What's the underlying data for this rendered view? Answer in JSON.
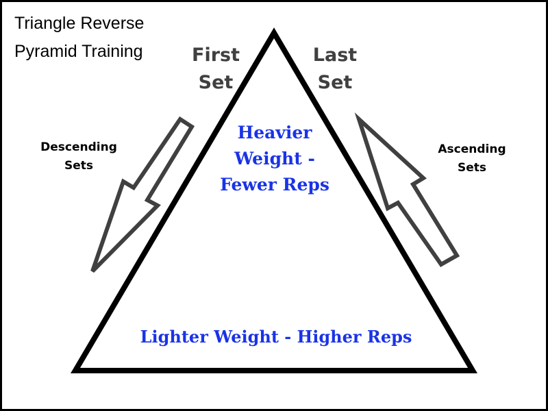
{
  "title": {
    "line1": "Triangle Reverse",
    "line2": "Pyramid Training"
  },
  "first_set": {
    "line1": "First",
    "line2": "Set"
  },
  "last_set": {
    "line1": "Last",
    "line2": "Set"
  },
  "descending": {
    "line1": "Descending",
    "line2": "Sets"
  },
  "ascending": {
    "line1": "Ascending",
    "line2": "Sets"
  },
  "top_text": {
    "line1": "Heavier",
    "line2": "Weight -",
    "line3": "Fewer Reps"
  },
  "bottom_text": "Lighter Weight - Higher Reps",
  "colors": {
    "frame": "#000000",
    "triangle_stroke": "#000000",
    "arrow_stroke": "#404040",
    "label_gray": "#404040",
    "accent_blue": "#1a33e6"
  },
  "icons": {
    "descending": "arrow-down-left-icon",
    "ascending": "arrow-up-right-icon"
  }
}
